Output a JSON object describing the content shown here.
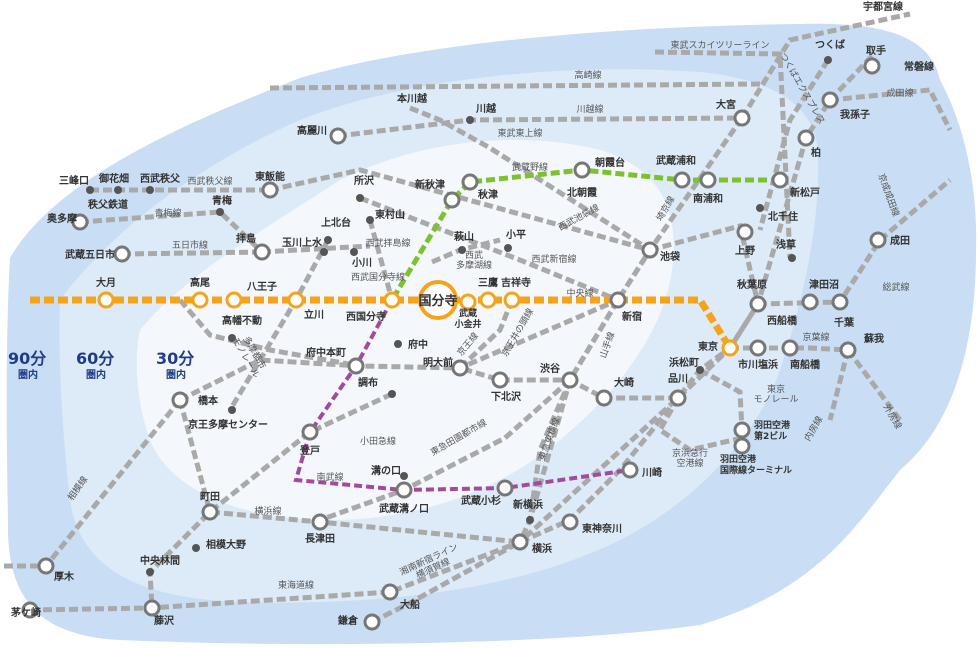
{
  "colors": {
    "zone90": "#c9def4",
    "zone60": "#ddeaf8",
    "zone30": "#f4f8fd",
    "rail": "#a9a9a9",
    "chuo": "#f5a31a",
    "musashino": "#7dc12e",
    "nambu": "#a44a9c",
    "zoneLabel": "#1f3d8a"
  },
  "zones": {
    "z90": {
      "num": "90分",
      "unit": "圏内"
    },
    "z60": {
      "num": "60分",
      "unit": "圏内"
    },
    "z30": {
      "num": "30分",
      "unit": "圏内"
    }
  },
  "center": {
    "label": "国分寺"
  },
  "stations": {
    "utsunomiya": "宇都宮線",
    "tsukuba": "つくば",
    "toride": "取手",
    "joban": "常磐線",
    "abiko": "我孫子",
    "kashiwa": "柏",
    "shinmatsudo": "新松戸",
    "kitasenju": "北千住",
    "narita": "成田",
    "ueno": "上野",
    "asakusa": "浅草",
    "akihabara": "秋葉原",
    "tsudanuma": "津田沼",
    "chiba": "千葉",
    "soga": "蘇我",
    "nishifunabashi": "西船橋",
    "minamifunabashi": "南船橋",
    "tokyo": "東京",
    "ichikawashiohama": "市川塩浜",
    "hamamatsucho": "浜松町",
    "shinagawa": "品川",
    "haneda2": "羽田空港\n第2ビル",
    "hanedaIntl": "羽田空港\n国際線ターミナル",
    "omiya": "大宮",
    "musashiurawa": "武蔵浦和",
    "minamiurawa": "南浦和",
    "asakadai": "朝霞台",
    "kitaasaka": "北朝霞",
    "ikebukuro": "池袋",
    "shinjuku": "新宿",
    "shibuya": "渋谷",
    "osaki": "大崎",
    "shimokitazawa": "下北沢",
    "meidaimae": "明大前",
    "kawagoe": "川越",
    "honkawagoe": "本川越",
    "komagawa": "高麗川",
    "hanno": "東飯能",
    "tokorozawa": "所沢",
    "higashimurayama": "東村山",
    "kamikitadai": "上北台",
    "tamagawajosui": "玉川上水",
    "ogawa": "小川",
    "shinakitsu": "新秋津",
    "akitsu": "秋津",
    "hagiyama": "萩山",
    "kodaira": "小平",
    "kichijoji": "吉祥寺",
    "mitaka": "三鷹",
    "musashikoganei": "武蔵\n小金井",
    "nishikokubunji": "西国分寺",
    "fuchu": "府中",
    "fuchuhommachi": "府中本町",
    "chofu": "調布",
    "tachikawa": "立川",
    "hachioji": "八王子",
    "takao": "高尾",
    "otsuki": "大月",
    "takahatafudo": "高幡不動",
    "haijima": "拝島",
    "ome": "青梅",
    "okutama": "奥多摩",
    "musashiitsukaichi": "武蔵五日市",
    "mitsumineguchi": "三峰口",
    "hanazono": "御花畑",
    "seibuchichibu": "西武秩父",
    "chichibutetsudo": "秩父鉄道",
    "hashimoto": "橋本",
    "keiotama": "京王多摩センター",
    "noborito": "登戸",
    "mizonokuchi": "溝の口",
    "musashimizonokuchi": "武蔵溝ノ口",
    "musashikosugi": "武蔵小杉",
    "shinkawasaki": "新横浜",
    "kawasaki": "川崎",
    "higashikanagawa": "東神奈川",
    "yokohama": "横浜",
    "nagatsuta": "長津田",
    "machida": "町田",
    "sagamiono": "相模大野",
    "chuorinkan": "中央林間",
    "fujisawa": "藤沢",
    "atsugi": "厚木",
    "chigasaki": "茅ケ崎",
    "ofuna": "大船",
    "kamakura": "鎌倉"
  },
  "lines": {
    "tobuSkytree": "東武スカイツリーライン",
    "takasaki": "高崎線",
    "kawagoeLine": "川越線",
    "tobuTojo": "東武東上線",
    "musashinoLine": "武蔵野線",
    "seibuChichibu": "西武秩父線",
    "omeLine": "青梅線",
    "itsukaichi": "五日市線",
    "seibuHaijima": "西武拝島線",
    "seibuKokubunji": "西武国分寺線",
    "seibuTamako": "西武\n多摩湖線",
    "seibuIkebukuro": "西武池袋線",
    "seibuShinjuku": "西武新宿線",
    "chuoLine": "中央線",
    "saikyo": "埼京線",
    "yamanote": "山手線",
    "inokashira": "京王井の頭線",
    "keio": "京王線",
    "tamaMonorail": "多摩都市\nモノレール",
    "odakyu": "小田急線",
    "denentoshi": "東急田園都市線",
    "toyoko": "東急東横線",
    "nambuLine": "南武線",
    "yokohamaLine": "横浜線",
    "sagami": "相模線",
    "tokaido": "東海道線",
    "shonanShinjuku": "湘南新宿ライン\n横須賀線",
    "keikyu": "京浜急行\n空港線",
    "tokyoMonorail": "東京\nモノレール",
    "keiyo": "京葉線",
    "sobu": "総武線",
    "naibo": "内房線",
    "sotobo": "外房線",
    "keiseiNarita": "京成成田線",
    "tsukubaExpress": "つくばエクスプレス",
    "narita": "成田線"
  }
}
